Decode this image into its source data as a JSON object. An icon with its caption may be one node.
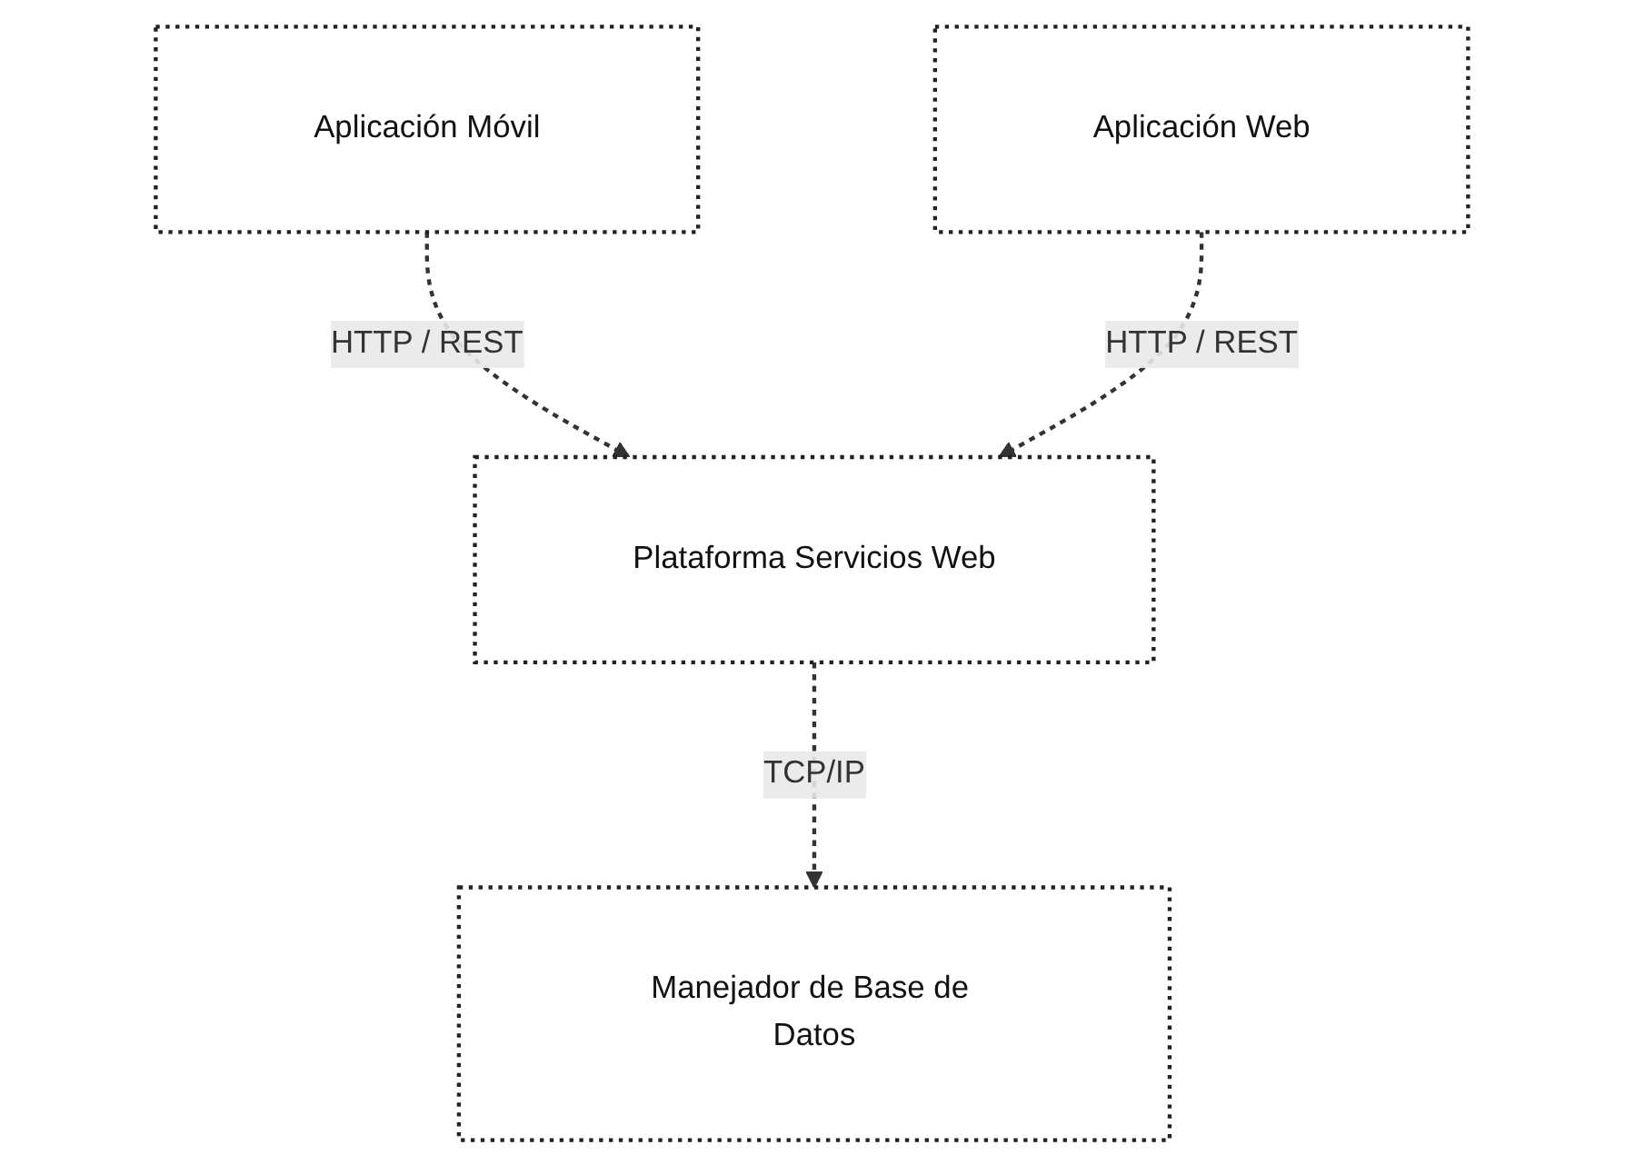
{
  "diagram": {
    "nodes": [
      {
        "text": [
          "Aplicación Móvil"
        ]
      },
      {
        "text": [
          "Aplicación Web"
        ]
      },
      {
        "text": [
          "Plataforma Servicios Web"
        ]
      },
      {
        "text": [
          "Manejador de Base de Datos"
        ]
      }
    ],
    "edges": [
      {
        "from": 0,
        "to": 2,
        "arrow": "to",
        "label": "HTTP / REST",
        "style": "dashed"
      },
      {
        "from": 1,
        "to": 2,
        "arrow": "to",
        "label": "HTTP / REST",
        "style": "dashed"
      },
      {
        "from": 2,
        "to": 3,
        "arrow": "to",
        "label": "TCP/IP",
        "style": "dashed"
      }
    ]
  }
}
